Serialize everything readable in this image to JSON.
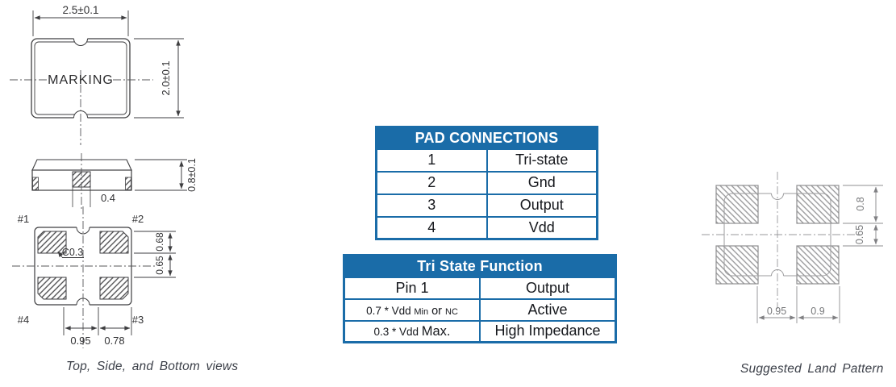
{
  "package_views": {
    "top_view": {
      "marking": "MARKING",
      "width_dim": "2.5±0.1",
      "height_dim": "2.0±0.1"
    },
    "side_view": {
      "height_dim": "0.8±0.1",
      "center_pad_dim": "0.4"
    },
    "bottom_view": {
      "pad_labels": {
        "p1": "#1",
        "p2": "#2",
        "p3": "#3",
        "p4": "#4"
      },
      "chamfer_dim": "C0.3",
      "pad_height_dim": "0.68",
      "pad_gap_dim": "0.65",
      "pad_span_dim": "0.95",
      "pad_width_dim": "0.78"
    },
    "caption": "Top, Side, and Bottom views"
  },
  "pad_connections": {
    "title": "PAD CONNECTIONS",
    "rows": [
      {
        "pad": "1",
        "connection": "Tri-state"
      },
      {
        "pad": "2",
        "connection": "Gnd"
      },
      {
        "pad": "3",
        "connection": "Output"
      },
      {
        "pad": "4",
        "connection": "Vdd"
      }
    ]
  },
  "tri_state": {
    "title": "Tri State Function",
    "columns": {
      "pin": "Pin 1",
      "output": "Output"
    },
    "rows": [
      {
        "condition_main": "0.7 * Vdd ",
        "condition_small1": "Min",
        "condition_mid": " or ",
        "condition_small2": "NC",
        "output": "Active"
      },
      {
        "condition_main": "0.3 * Vdd ",
        "condition_large": "Max.",
        "output": "High Impedance"
      }
    ]
  },
  "land_pattern": {
    "pad_height_dim": "0.8",
    "pad_gap_dim": "0.65",
    "pad_span_dim": "0.95",
    "pad_width_dim": "0.9",
    "caption": "Suggested Land Pattern"
  },
  "colors": {
    "table_accent": "#1a6ca8",
    "drawing_line": "#3e3e40",
    "land_line": "#8f8f91"
  }
}
